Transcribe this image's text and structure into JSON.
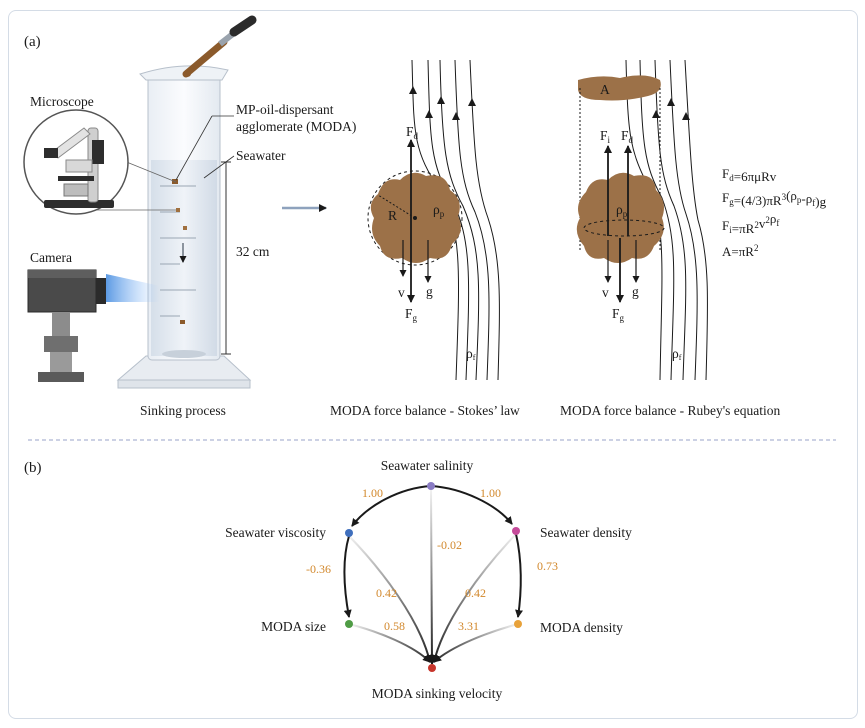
{
  "panel_a": {
    "label": "(a)",
    "microscope": "Microscope",
    "camera": "Camera",
    "moda_line1": "MP-oil-dispersant",
    "moda_line2": "agglomerate (MODA)",
    "seawater": "Seawater",
    "height": "32 cm",
    "caption_sinking": "Sinking process",
    "caption_stokes": "MODA force balance - Stokes’ law",
    "caption_rubey": "MODA force balance - Rubey's equation",
    "stokes": {
      "fd": "F",
      "fd_sub": "d",
      "fg": "F",
      "fg_sub": "g",
      "v": "v",
      "g": "g",
      "r": "R",
      "rho_p": "ρ",
      "rho_p_sub": "p",
      "rho_f": "ρ",
      "rho_f_sub": "f"
    },
    "rubey": {
      "a": "A",
      "fi": "F",
      "fi_sub": "i",
      "fd": "F",
      "fd_sub": "d",
      "fg": "F",
      "fg_sub": "g",
      "v": "v",
      "g": "g",
      "rho_p": "ρ",
      "rho_p_sub": "p",
      "rho_f": "ρ",
      "rho_f_sub": "f"
    },
    "equations": {
      "fd": "Fd=6πμRv",
      "fg": "Fg=(4/3)πR3(ρp-ρf)g",
      "fi": "Fi=πR2v2ρf",
      "a": "A=πR2"
    }
  },
  "panel_b": {
    "label": "(b)",
    "nodes": [
      {
        "id": "salinity",
        "label": "Seawater salinity",
        "color": "#8a7cc4"
      },
      {
        "id": "viscosity",
        "label": "Seawater viscosity",
        "color": "#3f6fbd"
      },
      {
        "id": "density",
        "label": "Seawater density",
        "color": "#c54a9a"
      },
      {
        "id": "size",
        "label": "MODA size",
        "color": "#4f9c45"
      },
      {
        "id": "moda_density",
        "label": "MODA density",
        "color": "#e8a23a"
      },
      {
        "id": "velocity",
        "label": "MODA sinking velocity",
        "color": "#c7352b"
      }
    ],
    "edges": [
      {
        "from": "salinity",
        "to": "viscosity",
        "coef": "1.00"
      },
      {
        "from": "salinity",
        "to": "density",
        "coef": "1.00"
      },
      {
        "from": "salinity",
        "to": "velocity",
        "coef": "-0.02"
      },
      {
        "from": "viscosity",
        "to": "size",
        "coef": "-0.36"
      },
      {
        "from": "viscosity",
        "to": "velocity",
        "coef": "0.42"
      },
      {
        "from": "density",
        "to": "moda_density",
        "coef": "0.73"
      },
      {
        "from": "density",
        "to": "velocity",
        "coef": "0.42"
      },
      {
        "from": "size",
        "to": "velocity",
        "coef": "0.58"
      },
      {
        "from": "moda_density",
        "to": "velocity",
        "coef": "3.31"
      }
    ]
  }
}
